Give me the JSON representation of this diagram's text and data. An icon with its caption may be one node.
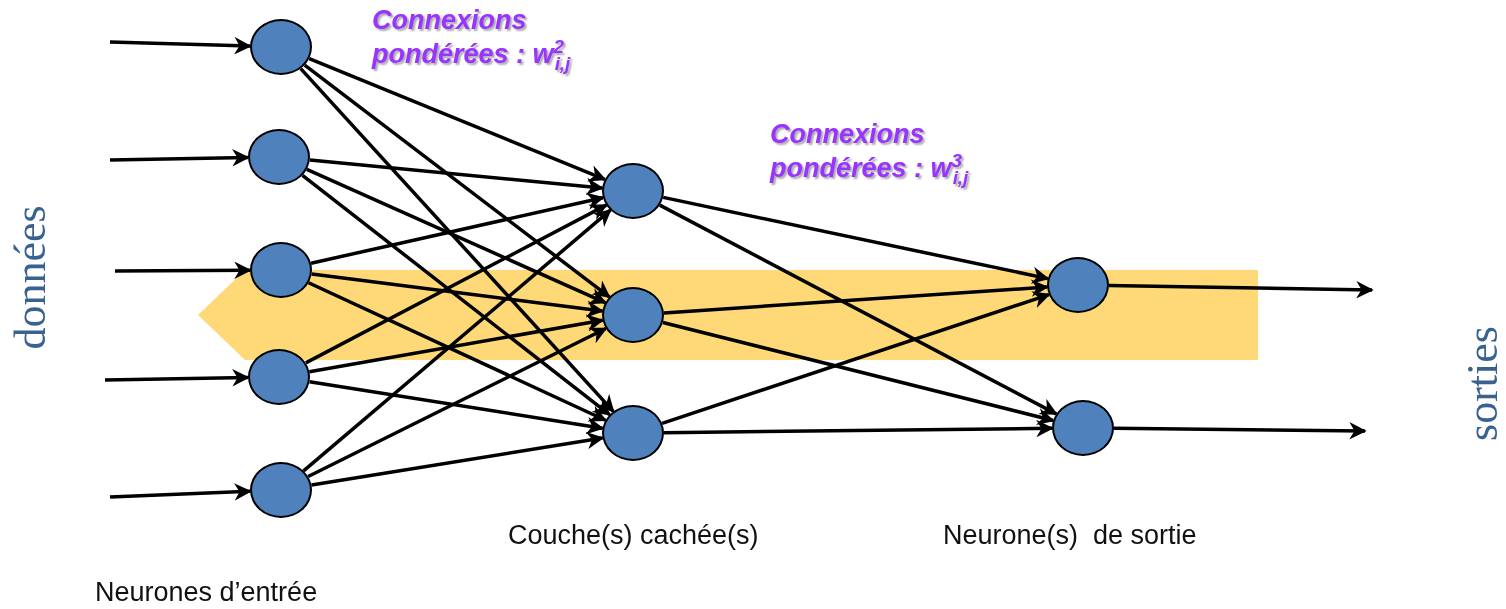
{
  "diagram": {
    "nodes": [
      {
        "text": [],
        "shape": "circle"
      },
      {
        "text": [],
        "shape": "circle"
      },
      {
        "text": [],
        "shape": "circle"
      },
      {
        "text": [],
        "shape": "circle"
      },
      {
        "text": [],
        "shape": "circle"
      },
      {
        "text": [],
        "shape": "circle"
      },
      {
        "text": [],
        "shape": "circle"
      },
      {
        "text": [],
        "shape": "circle"
      },
      {
        "text": [],
        "shape": "circle"
      },
      {
        "text": [],
        "shape": "circle"
      }
    ],
    "edges": [
      {
        "from": null,
        "to": 0,
        "arrow": "to"
      },
      {
        "from": null,
        "to": 1,
        "arrow": "to"
      },
      {
        "from": null,
        "to": 2,
        "arrow": "to"
      },
      {
        "from": null,
        "to": 3,
        "arrow": "to"
      },
      {
        "from": null,
        "to": 4,
        "arrow": "to"
      },
      {
        "from": 0,
        "to": 5,
        "arrow": "to"
      },
      {
        "from": 0,
        "to": 6,
        "arrow": "to"
      },
      {
        "from": 0,
        "to": 7,
        "arrow": "to"
      },
      {
        "from": 1,
        "to": 5,
        "arrow": "to"
      },
      {
        "from": 1,
        "to": 6,
        "arrow": "to"
      },
      {
        "from": 1,
        "to": 7,
        "arrow": "to"
      },
      {
        "from": 2,
        "to": 5,
        "arrow": "to"
      },
      {
        "from": 2,
        "to": 6,
        "arrow": "to"
      },
      {
        "from": 2,
        "to": 7,
        "arrow": "to"
      },
      {
        "from": 3,
        "to": 5,
        "arrow": "to"
      },
      {
        "from": 3,
        "to": 6,
        "arrow": "to"
      },
      {
        "from": 3,
        "to": 7,
        "arrow": "to"
      },
      {
        "from": 4,
        "to": 5,
        "arrow": "to"
      },
      {
        "from": 4,
        "to": 6,
        "arrow": "to"
      },
      {
        "from": 4,
        "to": 7,
        "arrow": "to"
      },
      {
        "from": 5,
        "to": 8,
        "arrow": "to"
      },
      {
        "from": 5,
        "to": 9,
        "arrow": "to"
      },
      {
        "from": 6,
        "to": 8,
        "arrow": "to"
      },
      {
        "from": 6,
        "to": 9,
        "arrow": "to"
      },
      {
        "from": 7,
        "to": 8,
        "arrow": "to"
      },
      {
        "from": 7,
        "to": 9,
        "arrow": "to"
      },
      {
        "from": 8,
        "to": null,
        "arrow": "to"
      },
      {
        "from": 9,
        "to": null,
        "arrow": "to"
      }
    ],
    "labels": [
      "Connexions pondérées : w$^{2}$$_{i,j}$",
      "Connexions pondérées : w$^{3}$$_{i,j}$",
      "données",
      "sorties",
      "Couche(s) cachée(s)",
      "Neurone(s)  de sortie",
      "Neurones d’entrée"
    ]
  }
}
